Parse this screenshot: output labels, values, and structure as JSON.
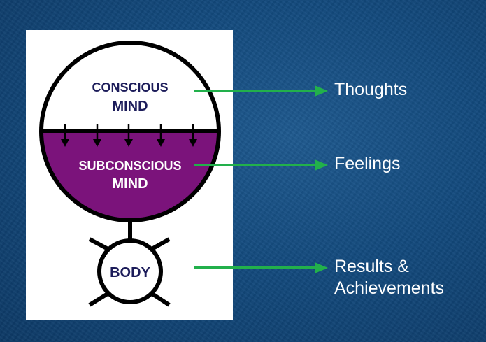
{
  "diagram": {
    "conscious": {
      "line1": "CONSCIOUS",
      "line2": "MIND"
    },
    "subconscious": {
      "line1": "SUBCONSCIOUS",
      "line2": "MIND"
    },
    "body": "BODY"
  },
  "labels": {
    "thoughts": "Thoughts",
    "feelings": "Feelings",
    "results_line1": "Results &",
    "results_line2": "Achievements"
  },
  "colors": {
    "conscious_text": "#1c1c5a",
    "subconscious_fill": "#7b137b",
    "arrow": "#22b04b"
  }
}
